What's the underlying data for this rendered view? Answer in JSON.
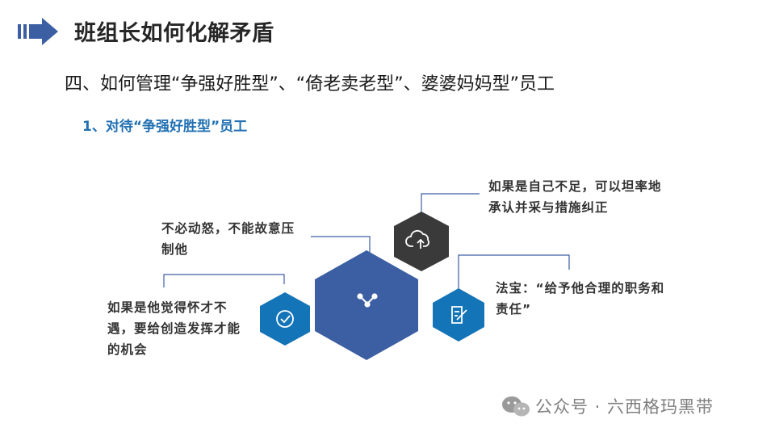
{
  "header": {
    "title": "班组长如何化解矛盾"
  },
  "section": {
    "heading": "四、如何管理“争强好胜型”、“倚老卖老型”、婆婆妈妈型”员工",
    "subheading": "1、对待“争强好胜型”员工"
  },
  "diagram": {
    "notes": {
      "top_left": "不必动怒，不能故意压制他",
      "top_right": "如果是自己不足，可以坦率地承认并采与措施纠正",
      "bottom_left": "如果是他觉得怀才不遇，要给创造发挥才能的机会",
      "bottom_right": "法宝：“给予他合理的职务和责任”"
    },
    "icons": {
      "center": "share-nodes-icon",
      "top_right": "cloud-upload-icon",
      "left": "check-circle-icon",
      "right": "edit-note-icon"
    },
    "colors": {
      "center_hex": "#3c5fa3",
      "accent_hex": "#1474b8",
      "dark_hex": "#3a3a3a",
      "title_arrow_hex": "#3c5fa3",
      "subheading_hex": "#1f6fb2"
    }
  },
  "watermark": {
    "text": "公众号 · 六西格玛黑带",
    "icon": "wechat-icon"
  }
}
